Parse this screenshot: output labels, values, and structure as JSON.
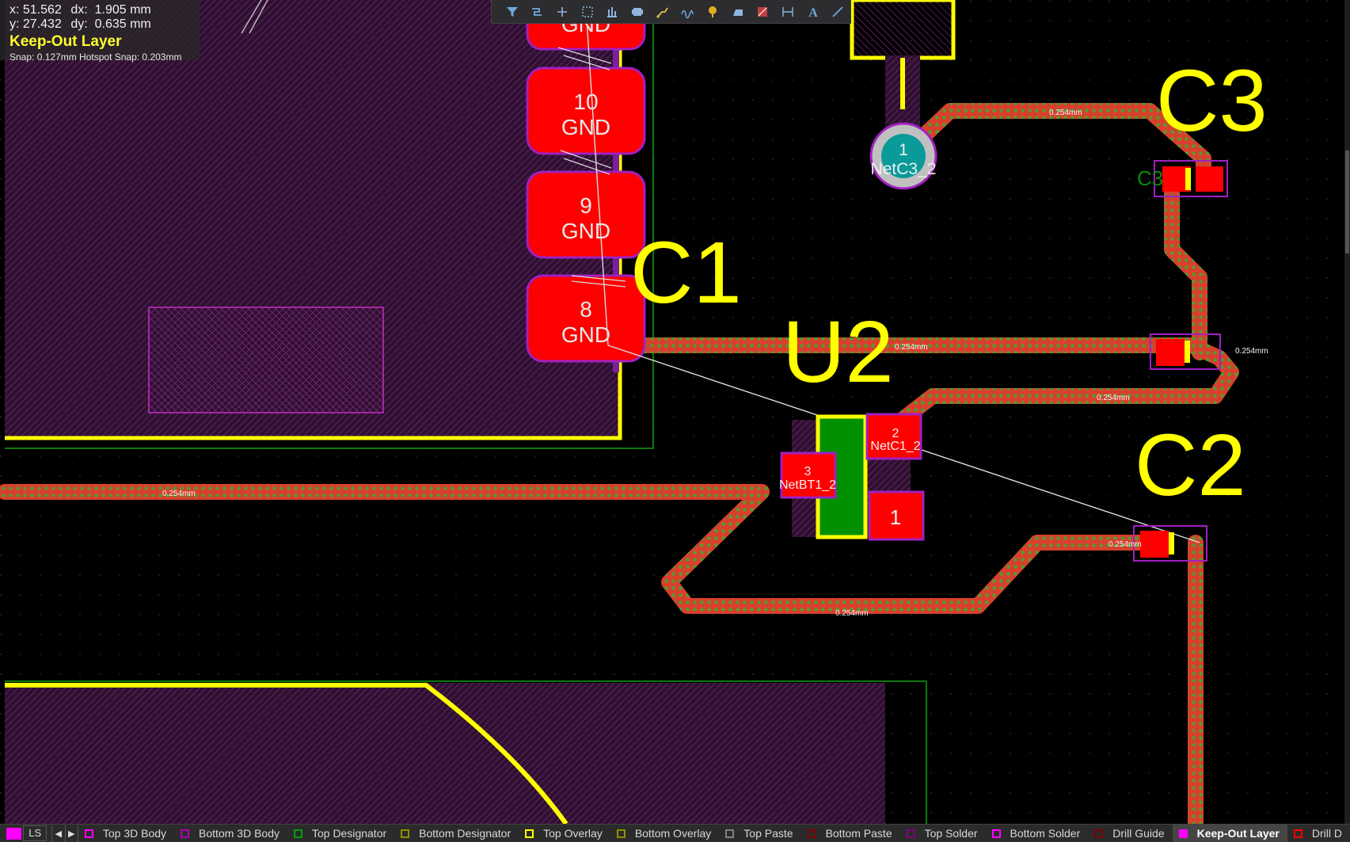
{
  "coordinates": {
    "x_label": "x:",
    "x_value": "51.562",
    "dx_label": "dx:",
    "dx_value": "1.905 mm",
    "y_label": "y:",
    "y_value": "27.432",
    "dy_label": "dy:",
    "dy_value": "0.635 mm"
  },
  "current_layer": "Keep-Out Layer",
  "snap_info": "Snap: 0.127mm Hotspot Snap: 0.203mm",
  "toolbar": {
    "buttons": [
      "filter-icon",
      "route-icon",
      "crosshair-icon",
      "select-rect-icon",
      "align-icon",
      "component-icon",
      "interactive-route-icon",
      "diff-pair-icon",
      "via-icon",
      "polygon-icon",
      "region-icon",
      "dimension-icon",
      "text-icon",
      "line-icon"
    ]
  },
  "components": {
    "c1": "C1",
    "c2": "C2",
    "c3": "C3",
    "c3_ghost": "C3",
    "u2": "U2"
  },
  "pads": {
    "p10_num": "10",
    "p10_net": "GND",
    "p9_num": "9",
    "p9_net": "GND",
    "p8_num": "8",
    "p8_net": "GND",
    "ptop_net": "GND",
    "via_num": "1",
    "via_net": "NetC3_2",
    "u2_p2_num": "2",
    "u2_p2_net": "NetC1_2",
    "u2_p3_num": "3",
    "u2_p3_net": "NetBT1_2",
    "u2_p1_num": "1"
  },
  "track_width": "0.254mm",
  "track_width_alt": "0.254mm",
  "layer_tabs": {
    "ls_label": "LS",
    "prev": "◀",
    "next": "▶",
    "items": [
      {
        "label": "Top 3D Body",
        "color": "#ff00ff"
      },
      {
        "label": "Bottom 3D Body",
        "color": "#b000b0"
      },
      {
        "label": "Top Designator",
        "color": "#00a000"
      },
      {
        "label": "Bottom Designator",
        "color": "#909000"
      },
      {
        "label": "Top Overlay",
        "color": "#ffff00"
      },
      {
        "label": "Bottom Overlay",
        "color": "#909000"
      },
      {
        "label": "Top Paste",
        "color": "#808080"
      },
      {
        "label": "Bottom Paste",
        "color": "#800000"
      },
      {
        "label": "Top Solder",
        "color": "#800080"
      },
      {
        "label": "Bottom Solder",
        "color": "#ff00ff"
      },
      {
        "label": "Drill Guide",
        "color": "#800000"
      },
      {
        "label": "Keep-Out Layer",
        "color": "#ff00ff",
        "active": true
      },
      {
        "label": "Drill D",
        "color": "#ff0000"
      }
    ]
  },
  "colors": {
    "overlay": "#ffff00",
    "pad": "#ff0000",
    "track": "#d63a2a",
    "track_dot": "#3c9a2a",
    "keepout": "#ff00ff",
    "body": "#6a2a6a",
    "designator": "#00aa00",
    "via": "#1a9a9a"
  }
}
